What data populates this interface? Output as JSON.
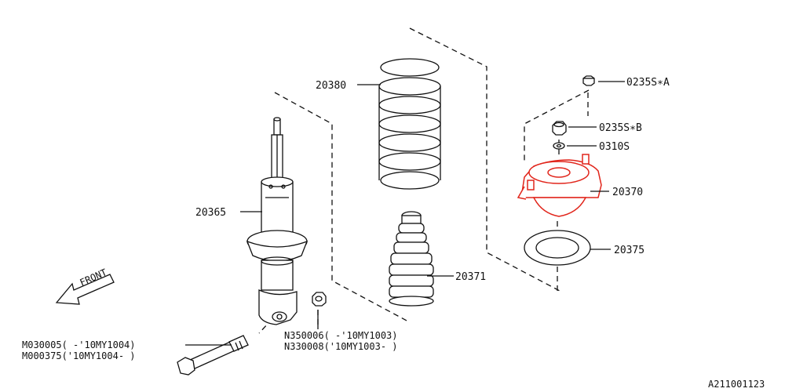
{
  "diagram": {
    "highlight_color": "#e1251b",
    "line_color": "#111111",
    "front_label": "FRONT",
    "figure_id": "A211001123",
    "callouts": {
      "p20380": "20380",
      "p20365": "20365",
      "p20371": "20371",
      "p20370": "20370",
      "p20375": "20375",
      "p0235SA": "0235S∗A",
      "p0235SB": "0235S∗B",
      "p0310S": "0310S",
      "bolt_a": "M030005( -'10MY1004)",
      "bolt_b": "M000375('10MY1004- )",
      "nut_a": "N350006( -'10MY1003)",
      "nut_b": "N330008('10MY1003- )"
    }
  }
}
